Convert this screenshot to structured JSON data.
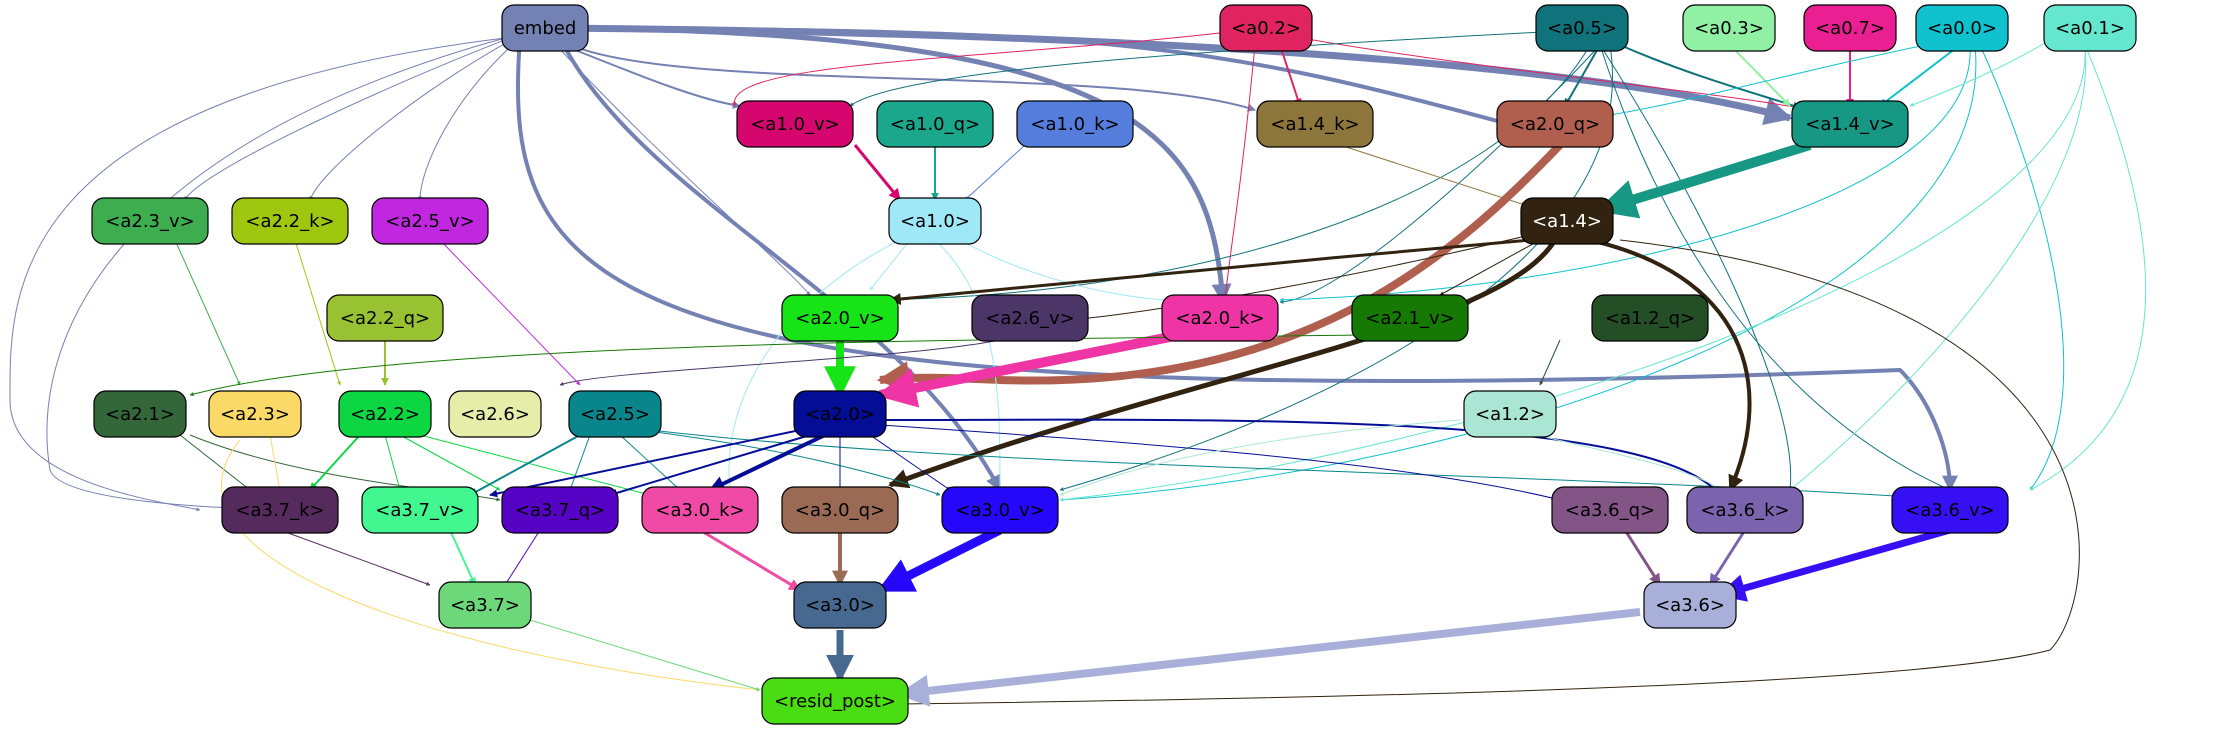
{
  "graph": {
    "nodes": [
      {
        "id": "embed",
        "label": "embed",
        "fill": "#7481b3",
        "text": "#000000"
      },
      {
        "id": "a0_2",
        "label": "<a0.2>",
        "fill": "#e02361",
        "text": "#000000"
      },
      {
        "id": "a0_5",
        "label": "<a0.5>",
        "fill": "#10727a",
        "text": "#000000"
      },
      {
        "id": "a0_3",
        "label": "<a0.3>",
        "fill": "#90f0a4",
        "text": "#000000"
      },
      {
        "id": "a0_7",
        "label": "<a0.7>",
        "fill": "#ea1f91",
        "text": "#000000"
      },
      {
        "id": "a0_0",
        "label": "<a0.0>",
        "fill": "#0fc2ce",
        "text": "#000000"
      },
      {
        "id": "a0_1",
        "label": "<a0.1>",
        "fill": "#65e7cf",
        "text": "#000000"
      },
      {
        "id": "a1_0_v",
        "label": "<a1.0_v>",
        "fill": "#d5076e",
        "text": "#000000"
      },
      {
        "id": "a1_0_q",
        "label": "<a1.0_q>",
        "fill": "#1ba78c",
        "text": "#000000"
      },
      {
        "id": "a1_0_k",
        "label": "<a1.0_k>",
        "fill": "#557edc",
        "text": "#000000"
      },
      {
        "id": "a1_4_k",
        "label": "<a1.4_k>",
        "fill": "#8c763b",
        "text": "#000000"
      },
      {
        "id": "a2_0_q",
        "label": "<a2.0_q>",
        "fill": "#b05f4f",
        "text": "#000000"
      },
      {
        "id": "a1_4_v",
        "label": "<a1.4_v>",
        "fill": "#169884",
        "text": "#000000"
      },
      {
        "id": "a2_3_v",
        "label": "<a2.3_v>",
        "fill": "#3ead50",
        "text": "#000000"
      },
      {
        "id": "a2_2_k",
        "label": "<a2.2_k>",
        "fill": "#9fc70f",
        "text": "#000000"
      },
      {
        "id": "a2_5_v",
        "label": "<a2.5_v>",
        "fill": "#c227e0",
        "text": "#000000"
      },
      {
        "id": "a1_0",
        "label": "<a1.0>",
        "fill": "#9ee8f8",
        "text": "#000000"
      },
      {
        "id": "a1_4",
        "label": "<a1.4>",
        "fill": "#31230f",
        "text": "#ffffff"
      },
      {
        "id": "a2_2_q",
        "label": "<a2.2_q>",
        "fill": "#98c232",
        "text": "#000000"
      },
      {
        "id": "a2_0_v",
        "label": "<a2.0_v>",
        "fill": "#16e417",
        "text": "#000000"
      },
      {
        "id": "a2_6_v",
        "label": "<a2.6_v>",
        "fill": "#4c3668",
        "text": "#000000"
      },
      {
        "id": "a2_0_k",
        "label": "<a2.0_k>",
        "fill": "#ef35a5",
        "text": "#000000"
      },
      {
        "id": "a2_1_v",
        "label": "<a2.1_v>",
        "fill": "#157904",
        "text": "#000000"
      },
      {
        "id": "a1_2_q",
        "label": "<a1.2_q>",
        "fill": "#234e26",
        "text": "#000000"
      },
      {
        "id": "a2_1",
        "label": "<a2.1>",
        "fill": "#336739",
        "text": "#000000"
      },
      {
        "id": "a2_3",
        "label": "<a2.3>",
        "fill": "#fbd967",
        "text": "#000000"
      },
      {
        "id": "a2_2",
        "label": "<a2.2>",
        "fill": "#0cd642",
        "text": "#000000"
      },
      {
        "id": "a2_6",
        "label": "<a2.6>",
        "fill": "#e6eda9",
        "text": "#000000"
      },
      {
        "id": "a2_5",
        "label": "<a2.5>",
        "fill": "#08868b",
        "text": "#000000"
      },
      {
        "id": "a2_0",
        "label": "<a2.0>",
        "fill": "#030d96",
        "text": "#000000"
      },
      {
        "id": "a1_2",
        "label": "<a1.2>",
        "fill": "#abe6d5",
        "text": "#000000"
      },
      {
        "id": "a3_7_k",
        "label": "<a3.7_k>",
        "fill": "#552a5d",
        "text": "#000000"
      },
      {
        "id": "a3_7_v",
        "label": "<a3.7_v>",
        "fill": "#43f790",
        "text": "#000000"
      },
      {
        "id": "a3_7_q",
        "label": "<a3.7_q>",
        "fill": "#5703c5",
        "text": "#000000"
      },
      {
        "id": "a3_0_k",
        "label": "<a3.0_k>",
        "fill": "#ef4ba6",
        "text": "#000000"
      },
      {
        "id": "a3_0_q",
        "label": "<a3.0_q>",
        "fill": "#9b6a55",
        "text": "#000000"
      },
      {
        "id": "a3_0_v",
        "label": "<a3.0_v>",
        "fill": "#2508fa",
        "text": "#000000"
      },
      {
        "id": "a3_6_q",
        "label": "<a3.6_q>",
        "fill": "#835587",
        "text": "#000000"
      },
      {
        "id": "a3_6_k",
        "label": "<a3.6_k>",
        "fill": "#7b63ae",
        "text": "#000000"
      },
      {
        "id": "a3_6_v",
        "label": "<a3.6_v>",
        "fill": "#370ff5",
        "text": "#000000"
      },
      {
        "id": "a3_7",
        "label": "<a3.7>",
        "fill": "#6dd87a",
        "text": "#000000"
      },
      {
        "id": "a3_0",
        "label": "<a3.0>",
        "fill": "#47688f",
        "text": "#000000"
      },
      {
        "id": "a3_6",
        "label": "<a3.6>",
        "fill": "#a8b0d9",
        "text": "#000000"
      },
      {
        "id": "resid_post",
        "label": "<resid_post>",
        "fill": "#4bdd14",
        "text": "#000000"
      }
    ]
  }
}
